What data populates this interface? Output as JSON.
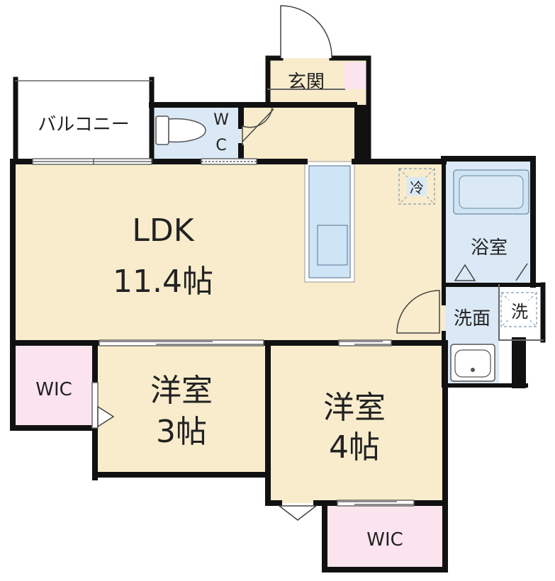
{
  "rooms": {
    "ldk": {
      "name": "LDK",
      "size": "11.4帖"
    },
    "western_3": {
      "name": "洋室",
      "size": "3帖"
    },
    "western_4": {
      "name": "洋室",
      "size": "4帖"
    },
    "wic_left": {
      "name": "WIC"
    },
    "wic_bottom": {
      "name": "WIC"
    },
    "balcony": {
      "name": "バルコニー"
    },
    "entrance": {
      "name": "玄関"
    },
    "toilet": {
      "line1": "W",
      "line2": "C"
    },
    "bathroom": {
      "name": "浴室"
    },
    "washroom": {
      "name": "洗面"
    }
  },
  "symbols": {
    "fridge": "冷",
    "washer": "洗"
  },
  "colors": {
    "wall": "#111111",
    "floor": "#f8eccc",
    "wic_floor": "#fbe4ee",
    "wet_area": "#dbe9f6",
    "fixture_blue": "#cfe4f5",
    "fixture_line": "#7f9ab2",
    "background": "#ffffff"
  }
}
